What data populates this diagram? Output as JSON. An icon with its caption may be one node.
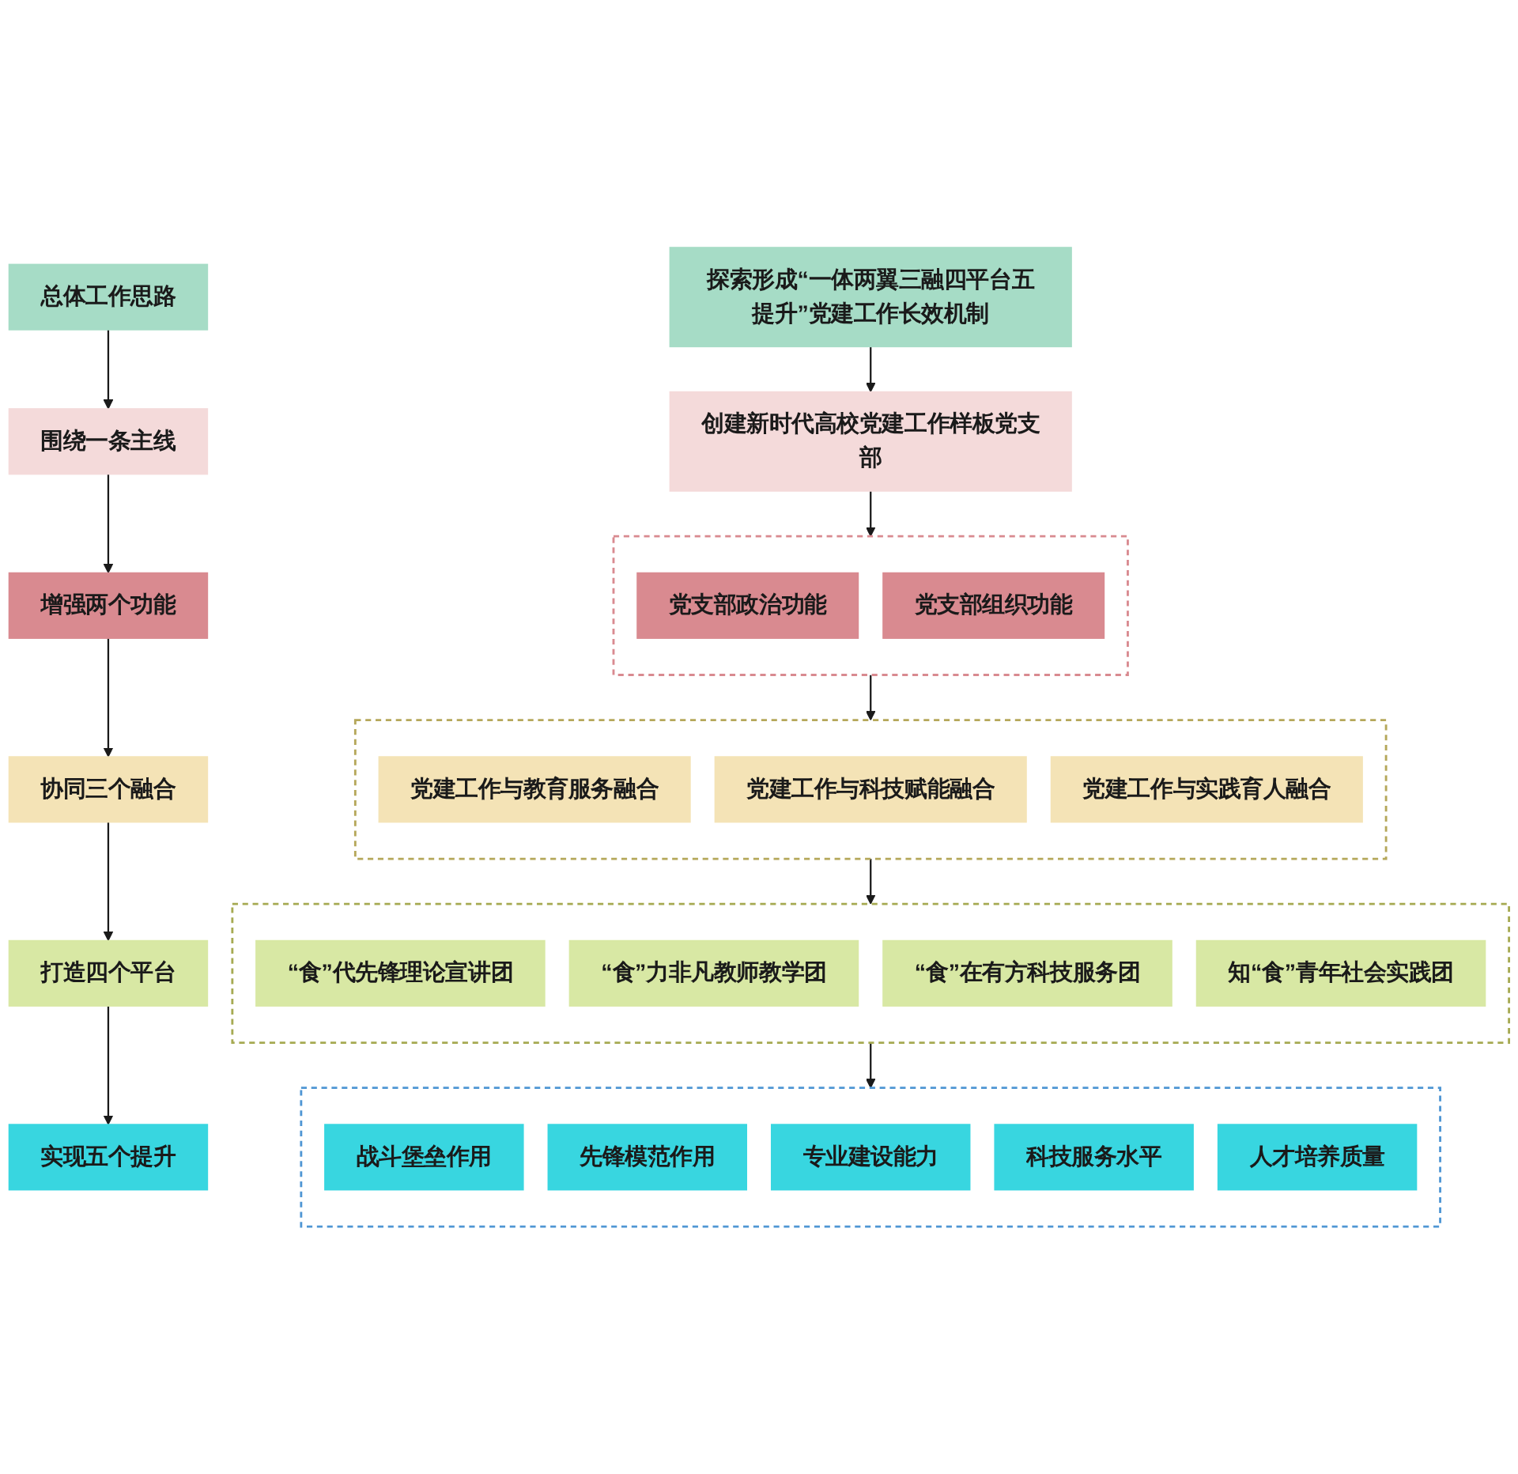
{
  "diagram": {
    "nodes": [
      {
        "text": [
          "总体工作思路"
        ]
      },
      {
        "text": [
          "探索形成“一体两翼三融四平台五提升”党建工作长效机制"
        ]
      },
      {
        "text": [
          "围绕一条主线"
        ]
      },
      {
        "text": [
          "创建新时代高校党建工作样板党支部"
        ]
      },
      {
        "text": [
          "增强两个功能"
        ]
      },
      {
        "text": [],
        "shape": "box"
      },
      {
        "text": [
          "党支部政治功能"
        ],
        "in": 5
      },
      {
        "text": [
          "党支部组织功能"
        ],
        "in": 5
      },
      {
        "text": [
          "协同三个融合"
        ]
      },
      {
        "text": [],
        "shape": "box"
      },
      {
        "text": [
          "党建工作与教育服务融合"
        ],
        "in": 9
      },
      {
        "text": [
          "党建工作与科技赋能融合"
        ],
        "in": 9
      },
      {
        "text": [
          "党建工作与实践育人融合"
        ],
        "in": 9
      },
      {
        "text": [
          "打造四个平台"
        ]
      },
      {
        "text": [],
        "shape": "box"
      },
      {
        "text": [
          "“食”代先锋理论宣讲团"
        ],
        "in": 14
      },
      {
        "text": [
          "“食”力非凡教师教学团"
        ],
        "in": 14
      },
      {
        "text": [
          "“食”在有方科技服务团"
        ],
        "in": 14
      },
      {
        "text": [
          "知“食”青年社会实践团"
        ],
        "in": 14
      },
      {
        "text": [
          "实现五个提升"
        ]
      },
      {
        "text": [],
        "shape": "box"
      },
      {
        "text": [
          "战斗堡垒作用"
        ],
        "in": 20
      },
      {
        "text": [
          "先锋模范作用"
        ],
        "in": 20
      },
      {
        "text": [
          "专业建设能力"
        ],
        "in": 20
      },
      {
        "text": [
          "科技服务水平"
        ],
        "in": 20
      },
      {
        "text": [
          "人才培养质量"
        ],
        "in": 20
      }
    ],
    "edges": [
      {
        "from": 0,
        "to": 2,
        "arrow": "to"
      },
      {
        "from": 2,
        "to": 4,
        "arrow": "to"
      },
      {
        "from": 4,
        "to": 8,
        "arrow": "to"
      },
      {
        "from": 8,
        "to": 13,
        "arrow": "to"
      },
      {
        "from": 13,
        "to": 19,
        "arrow": "to"
      },
      {
        "from": 1,
        "to": 3,
        "arrow": "to"
      },
      {
        "from": 3,
        "to": 5,
        "arrow": "to"
      },
      {
        "from": 5,
        "to": 9,
        "arrow": "to"
      },
      {
        "from": 9,
        "to": 14,
        "arrow": "to"
      },
      {
        "from": 14,
        "to": 20,
        "arrow": "to"
      }
    ]
  }
}
